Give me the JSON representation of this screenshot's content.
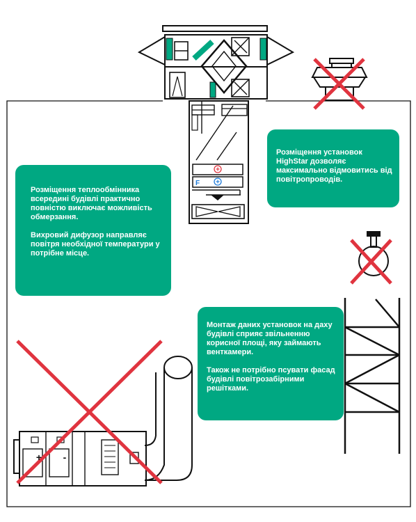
{
  "callouts": {
    "left": {
      "paragraph_1": "Розміщення теплообмінника всередині будівлі практично повністю виключає можливість обмерзання.",
      "paragraph_2": "Вихровий дифузор направляє повітря необхідної температури у потрібне місце."
    },
    "right": {
      "paragraph_1": "Розміщення установок HighStar дозволяє максимально відмовитись від повітропроводів."
    },
    "bottom": {
      "paragraph_1": "Монтаж даних установок на даху будівлі сприяє звільненню корисної площі, яку займають венткамери.",
      "paragraph_2": "Також не потрібно псувати фасад будівлі повітрозабірними решітками."
    }
  },
  "unit_labels": {
    "heater_symbol": "+",
    "filter_letter": "F",
    "filter_symbol": "+",
    "battery_plus": "+",
    "battery_minus": "-"
  },
  "colors": {
    "accent_green": "#00a882",
    "cross_red": "#e0343f",
    "outline_black": "#111111",
    "heater_red": "#e0343f",
    "filter_blue": "#1f7bd8"
  }
}
